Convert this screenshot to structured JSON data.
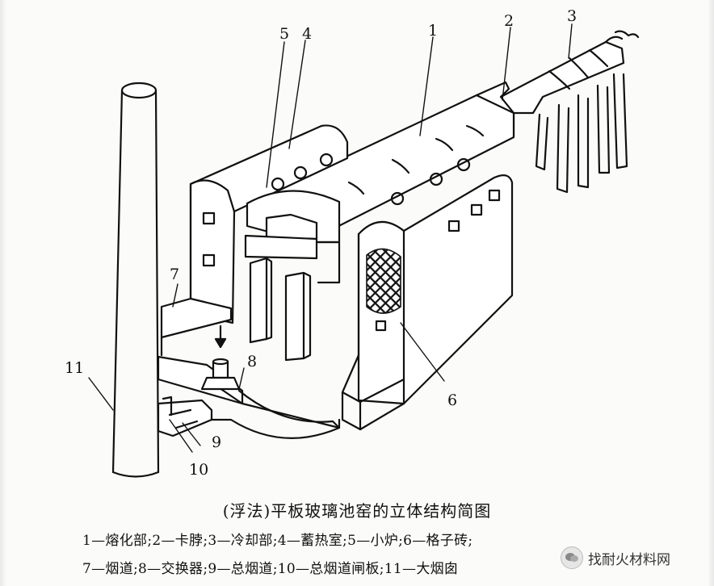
{
  "caption": "(浮法)平板玻璃池窑的立体结构简图",
  "legend": {
    "line1": "1—熔化部;2—卡脖;3—冷却部;4—蓄热室;5—小炉;6—格子砖;",
    "line2": "7—烟道;8—交换器;9—总烟道;10—总烟道闸板;11—大烟囱"
  },
  "labels": {
    "n1": "1",
    "n2": "2",
    "n3": "3",
    "n4": "4",
    "n5": "5",
    "n6": "6",
    "n7": "7",
    "n8": "8",
    "n9": "9",
    "n10": "10",
    "n11": "11"
  },
  "watermark": {
    "text": "找耐火材料网",
    "icon": "wechat-icon"
  }
}
